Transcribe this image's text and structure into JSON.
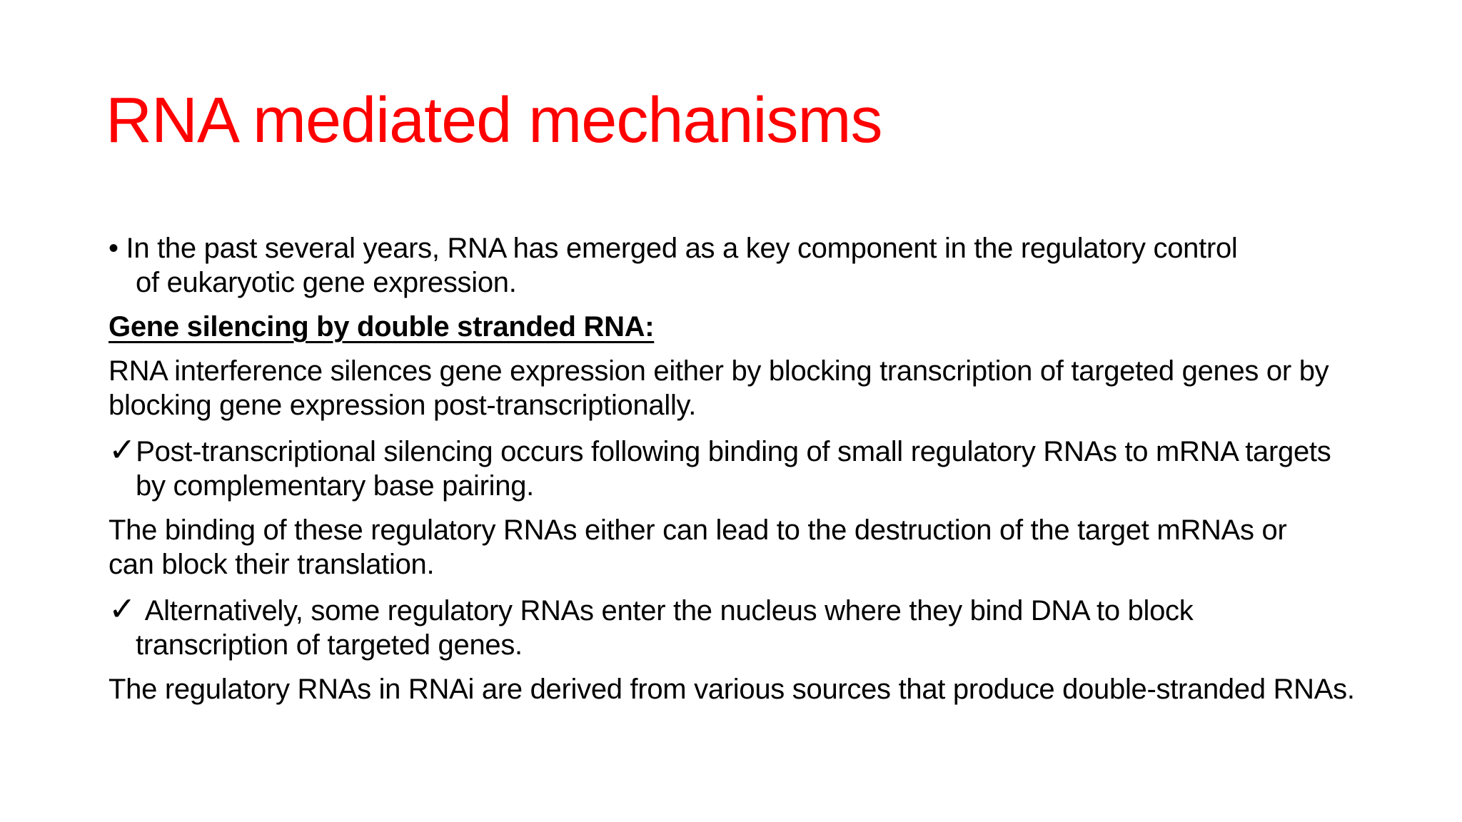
{
  "slide": {
    "title": "RNA mediated mechanisms",
    "title_color": "#fe0000",
    "background_color": "#ffffff",
    "text_color": "#000000",
    "paragraphs": [
      {
        "type": "bullet",
        "marker": {
          "icon": "bullet-icon",
          "glyph": "•",
          "space_after": true
        },
        "lines": [
          "In the past several years, RNA has emerged as a key component in the regulatory control",
          "of eukaryotic gene expression."
        ]
      },
      {
        "type": "heading",
        "lines": [
          "Gene silencing by double stranded RNA:"
        ]
      },
      {
        "type": "plain",
        "lines": [
          "RNA interference silences gene expression either by blocking transcription of targeted genes or by",
          "blocking gene expression post-transcriptionally."
        ]
      },
      {
        "type": "check",
        "marker": {
          "icon": "check-icon",
          "glyph": "✓",
          "space_after": false
        },
        "lines": [
          "Post-transcriptional silencing occurs following binding of small regulatory RNAs to mRNA targets",
          "by complementary base pairing."
        ]
      },
      {
        "type": "plain",
        "lines": [
          "The binding of these regulatory RNAs either can lead to the destruction of the target mRNAs or",
          "can block their translation."
        ]
      },
      {
        "type": "check",
        "marker": {
          "icon": "check-icon",
          "glyph": "✓",
          "space_after": true
        },
        "lines": [
          "Alternatively, some regulatory RNAs enter the nucleus where they bind DNA to block",
          "transcription of targeted genes."
        ]
      },
      {
        "type": "plain",
        "lines": [
          "The regulatory RNAs in RNAi are derived from various sources that produce double-stranded RNAs."
        ]
      }
    ]
  }
}
